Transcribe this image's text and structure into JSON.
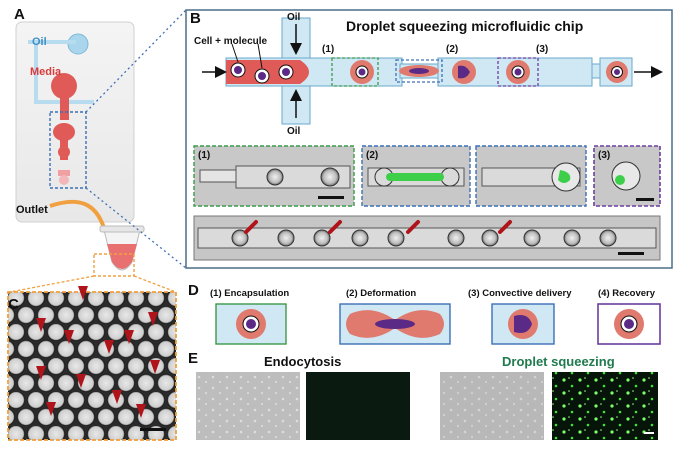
{
  "panels": {
    "a": {
      "letter": "A",
      "oil": "Oil",
      "media": "Media",
      "outlet": "Outlet"
    },
    "b": {
      "letter": "B",
      "title": "Droplet squeezing microfluidic chip",
      "oil_top": "Oil",
      "oil_bottom": "Oil",
      "cell_label": "Cell + molecule",
      "stage1": "(1)",
      "stage2": "(2)",
      "stage3": "(3)",
      "micro1": "(1)",
      "micro2": "(2)",
      "micro3": "(3)"
    },
    "c": {
      "letter": "C"
    },
    "d": {
      "letter": "D",
      "steps": [
        "(1) Encapsulation",
        "(2) Deformation",
        "(3) Convective delivery",
        "(4) Recovery"
      ]
    },
    "e": {
      "letter": "E",
      "left_title": "Endocytosis",
      "right_title": "Droplet squeezing"
    }
  },
  "colors": {
    "chip_outline": "#9fd0e6",
    "channel": "#cfe8f4",
    "media_red": "#e05a57",
    "droplet_red": "#e07a6e",
    "cell_purple": "#5a2a86",
    "green_text": "#1f7a4d",
    "dash_green": "#3a9a4a",
    "dash_blue": "#3d6fb5",
    "dash_purple": "#6b3fa0",
    "frame_gray": "#4a6f86",
    "arrow_red": "#b0141b",
    "tube_orange": "#f0a040"
  }
}
